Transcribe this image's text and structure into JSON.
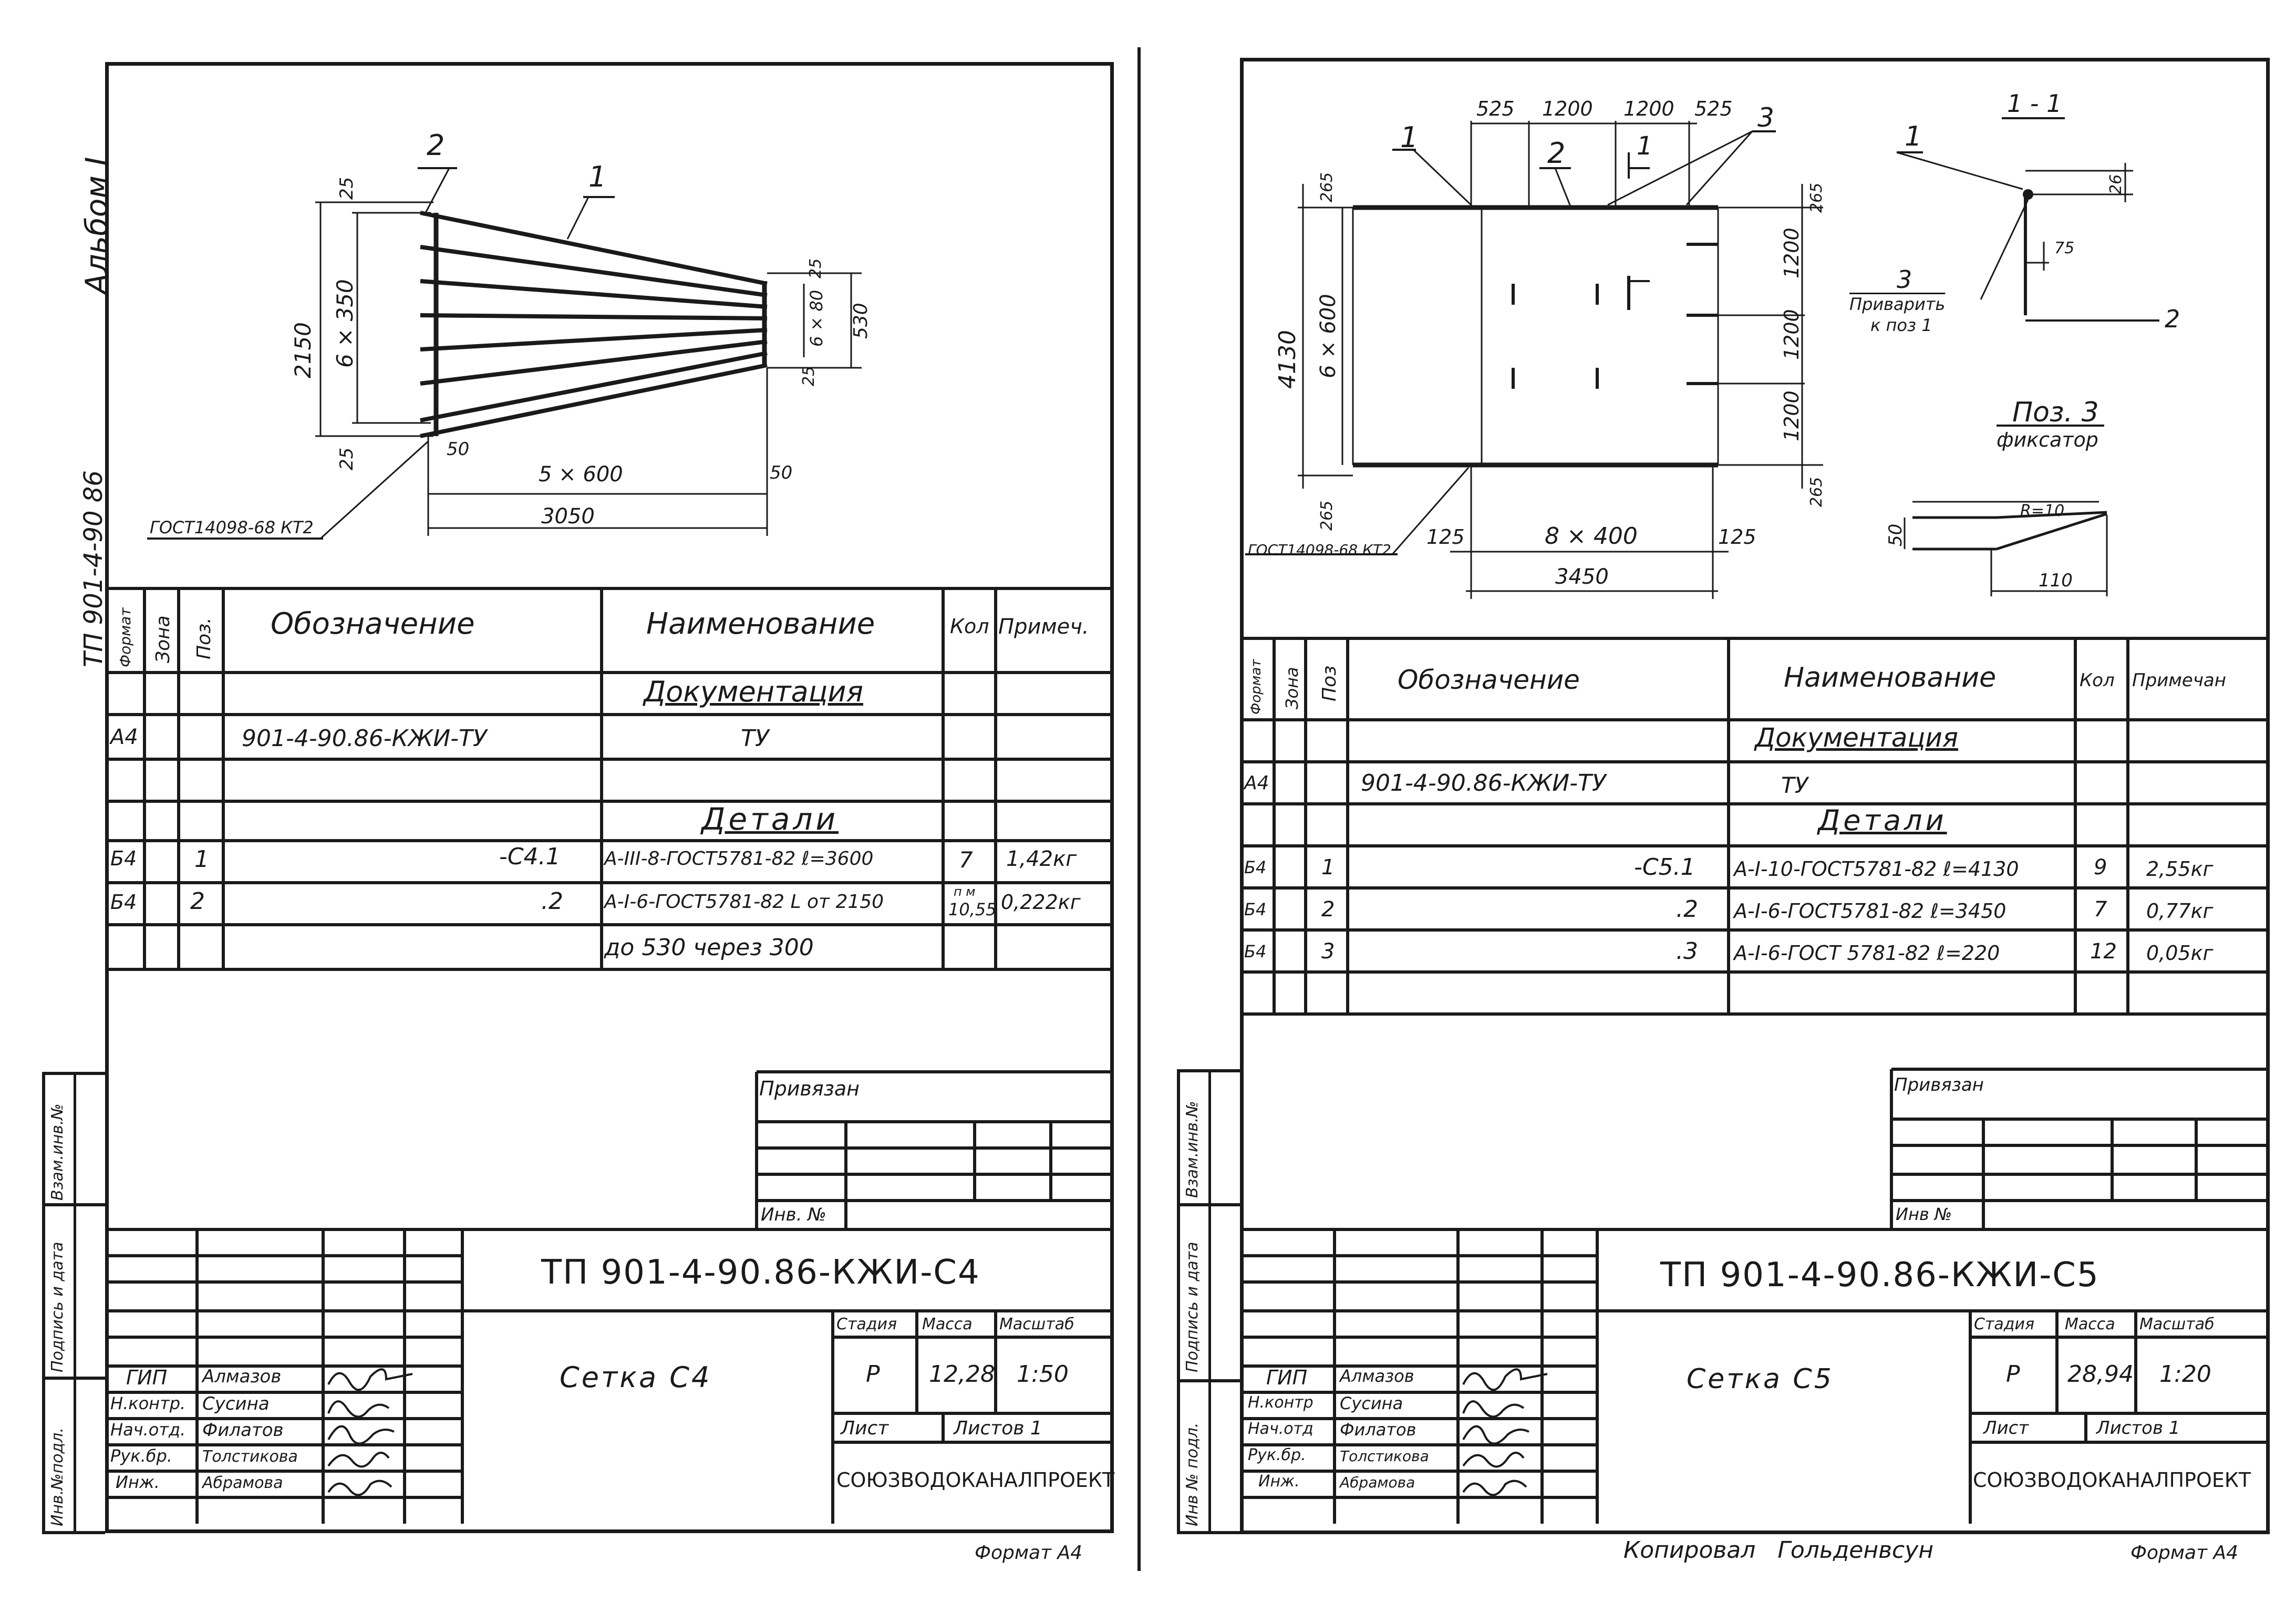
{
  "left": {
    "album_label": "Альбом I",
    "doc_code_vertical": "ТП 901-4-90 86",
    "drawing": {
      "callout_2": "2",
      "callout_1": "1",
      "dim_25_top": "25",
      "dim_25_bot": "25",
      "dim_2150": "2150",
      "dim_6x350": "6 × 350",
      "dim_25_right_top": "25",
      "dim_25_right_bot": "25",
      "dim_6x80": "6 × 80",
      "dim_530": "530",
      "dim_50_left": "50",
      "dim_5x600": "5 × 600",
      "dim_50_right": "50",
      "dim_3050": "3050",
      "gost_label": "ГОСТ14098-68 КТ2"
    },
    "spec": {
      "head": {
        "format": "Формат",
        "zone": "Зона",
        "pos": "Поз.",
        "designation": "Обозначение",
        "name": "Наименование",
        "qty": "Кол",
        "note": "Примеч."
      },
      "section_docs": "Документация",
      "section_parts": "Детали",
      "rows": [
        {
          "format": "А4",
          "pos": "",
          "designation": "901-4-90.86-КЖИ-ТУ",
          "name": "ТУ",
          "qty": "",
          "note": ""
        },
        {
          "format": "Б4",
          "pos": "1",
          "designation": "-С4.1",
          "name": "А-III-8-ГОСТ5781-82 ℓ=3600",
          "qty": "7",
          "note": "1,42кг"
        },
        {
          "format": "Б4",
          "pos": "2",
          "designation": ".2",
          "name": "А-I-6-ГОСТ5781-82 L от 2150",
          "qty_top": "п м",
          "qty": "10,55",
          "note": "0,222кг"
        },
        {
          "format": "",
          "pos": "",
          "designation": "",
          "name": "до 530 через 300",
          "qty": "",
          "note": ""
        }
      ]
    },
    "tb": {
      "privyazan": "Привязан",
      "inv_no": "Инв. №",
      "code": "ТП 901-4-90.86-КЖИ-С4",
      "title": "Сетка С4",
      "stage_h": "Стадия",
      "mass_h": "Масса",
      "scale_h": "Масштаб",
      "stage": "Р",
      "mass": "12,28",
      "scale": "1:50",
      "sheet_h": "Лист",
      "sheets_h": "Листов 1",
      "org": "СОЮЗВОДОКАНАЛПРОЕКТ",
      "roles": [
        "ГИП",
        "Н.контр.",
        "Нач.отд.",
        "Рук.бр.",
        "Инж."
      ],
      "names": [
        "Алмазов",
        "Сусина",
        "Филатов",
        "Толстикова",
        "Абрамова"
      ]
    },
    "side": {
      "vzam": "Взам.инв.№",
      "podp": "Подпись и дата",
      "inv_podl": "Инв.№подл."
    },
    "format_label": "Формат А4"
  },
  "right": {
    "drawing": {
      "dim_525_a": "525",
      "dim_1200_a": "1200",
      "dim_1200_b": "1200",
      "dim_525_b": "525",
      "callout_1": "1",
      "callout_2": "2",
      "callout_3": "3",
      "section_mark": "1",
      "dim_265_top": "265",
      "dim_265_bot": "265",
      "dim_265_r_top": "265",
      "dim_265_r_bot": "265",
      "dim_4130": "4130",
      "dim_6x600": "6 × 600",
      "dim_1200_r1": "1200",
      "dim_1200_r2": "1200",
      "dim_1200_r3": "1200",
      "dim_125_l": "125",
      "dim_8x400": "8 × 400",
      "dim_125_r": "125",
      "dim_3450": "3450",
      "gost_label": "ГОСТ14098-68 КТ2",
      "section_title": "1 - 1",
      "sec_callout_1": "1",
      "sec_callout_3": "3",
      "sec_callout_2": "2",
      "sec_dim_26": "26",
      "sec_dim_75": "75",
      "weld_note_1": "Приварить",
      "weld_note_2": "к поз 1",
      "pos3_title": "Поз. 3",
      "pos3_sub": "фиксатор",
      "pos3_r": "R=10",
      "pos3_50": "50",
      "pos3_110": "110"
    },
    "spec": {
      "head": {
        "format": "Формат",
        "zone": "Зона",
        "pos": "Поз",
        "designation": "Обозначение",
        "name": "Наименование",
        "qty": "Кол",
        "note": "Примечан"
      },
      "section_docs": "Документация",
      "section_parts": "Детали",
      "rows": [
        {
          "format": "А4",
          "pos": "",
          "designation": "901-4-90.86-КЖИ-ТУ",
          "name": "ТУ",
          "qty": "",
          "note": ""
        },
        {
          "format": "Б4",
          "pos": "1",
          "designation": "-С5.1",
          "name": "А-I-10-ГОСТ5781-82 ℓ=4130",
          "qty": "9",
          "note": "2,55кг"
        },
        {
          "format": "Б4",
          "pos": "2",
          "designation": ".2",
          "name": "А-I-6-ГОСТ5781-82 ℓ=3450",
          "qty": "7",
          "note": "0,77кг"
        },
        {
          "format": "Б4",
          "pos": "3",
          "designation": ".3",
          "name": "А-I-6-ГОСТ 5781-82 ℓ=220",
          "qty": "12",
          "note": "0,05кг"
        }
      ]
    },
    "tb": {
      "privyazan": "Привязан",
      "inv_no": "Инв №",
      "code": "ТП 901-4-90.86-КЖИ-С5",
      "title": "Сетка С5",
      "stage_h": "Стадия",
      "mass_h": "Масса",
      "scale_h": "Масштаб",
      "stage": "Р",
      "mass": "28,94",
      "scale": "1:20",
      "sheet_h": "Лист",
      "sheets_h": "Листов 1",
      "org": "СОЮЗВОДОКАНАЛПРОЕКТ",
      "roles": [
        "ГИП",
        "Н.контр",
        "Нач.отд",
        "Рук.бр.",
        "Инж."
      ],
      "names": [
        "Алмазов",
        "Сусина",
        "Филатов",
        "Толстикова",
        "Абрамова"
      ]
    },
    "side": {
      "vzam": "Взам.инв.№",
      "podp": "Подпись и дата",
      "inv_podl": "Инв № подл."
    },
    "copied_by": "Копировал   Гольденвсун",
    "format_label": "Формат А4"
  }
}
